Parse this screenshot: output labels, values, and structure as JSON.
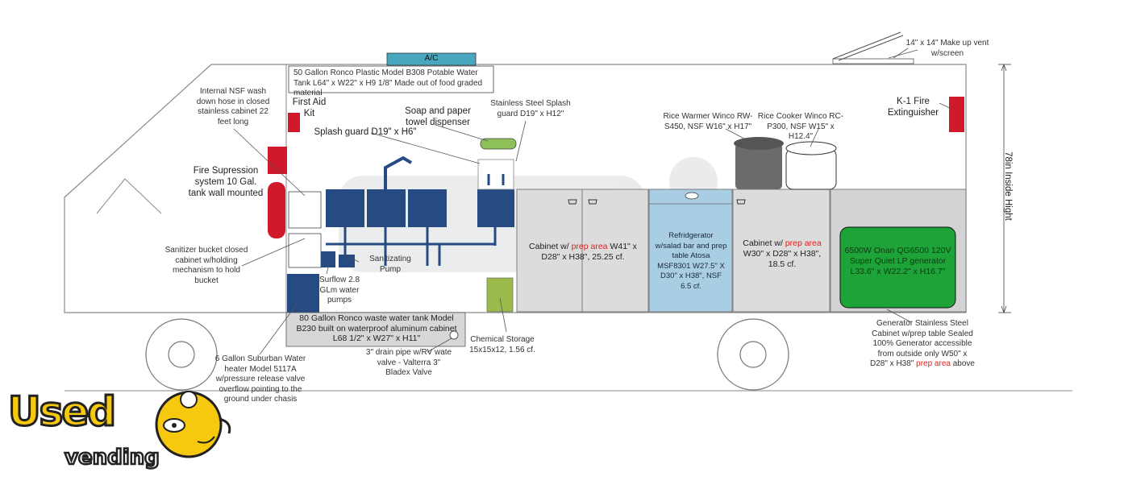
{
  "labels": {
    "ac": "A/C",
    "potable_tank": "50 Gallon Ronco Plastic Model B308 Potable Water Tank L64\" x W22\" x H9 1/8\" Made out of food graded material",
    "makeup_vent": "14\" x 14\" Make up vent w/screen",
    "wash_hose": "Internal NSF wash down hose in closed stainless cabinet 22 feet long",
    "first_aid": "First Aid Kit",
    "soap_dispenser": "Soap and paper towel dispenser",
    "splash_guard_steel": "Stainless Steel Splash guard D19\" x H12\"",
    "splash_guard": "Splash guard D19\" x H6\"",
    "rice_warmer": "Rice Warmer Winco RW-S450, NSF W16\" x H17\"",
    "rice_cooker": "Rice Cooker Winco RC-P300, NSF W15\" x H12.4\"",
    "fire_ext": "K-1 Fire Extinguisher",
    "fire_supp": "Fire Supression system 10 Gal. tank wall mounted",
    "inside_height": "78in Inside Hight",
    "sanitizer": "Sanitizer bucket closed cabinet w/holding mechanism to hold bucket",
    "sanitizing_pump": "Sanitizating Pump",
    "surflow": "Surflow 2.8 GLm water pumps",
    "waste_tank": "80 Gallon Ronco waste water tank Model B230  built on waterproof aluminum cabinet L68 1/2\" x W27\" x H11\"",
    "drain_pipe": "3\" drain pipe w/RV wate valve - Valterra 3\" Bladex Valve",
    "chem_storage": "Chemical Storage 15x15x12, 1.56 cf.",
    "water_heater": "6 Gallon Suburban Water heater Model 5117A w/pressure release valve overflow pointing to the ground under chasis",
    "cabinet1_pre": "Cabinet w/ ",
    "cabinet1_red": "prep area",
    "cabinet1_post": "  W41\" x D28\" x H38\", 25.25 cf.",
    "refrigerator": "Refridgerator w/salad bar and prep table Atosa MSF8301 W27.5\" X D30\" x H38\", NSF 6.5 cf.",
    "cabinet2_pre": "Cabinet w/ ",
    "cabinet2_red": "prep area",
    "cabinet2_post": " W30\" x D28\" x H38\", 18.5 cf.",
    "generator": "6500W Onan QG6500 120V Super Quiet LP generator L33.6\" x W22.2\" x H16.7\"",
    "gen_cabinet": "Generator Stainless Steel Cabinet w/prep table Sealed 100% Generator accessible from outside only W50\" x D28\" x H38\"",
    "gen_red": "prep area",
    "gen_post": "  above"
  },
  "logo": {
    "used": "Used",
    "vending": "vending"
  },
  "colors": {
    "sink_blue": "#254b82",
    "cabinet_gray": "#dcdcdc",
    "fridge_blue": "#a9cde3",
    "generator_green": "#1ea339",
    "red_equipment": "#d0192b",
    "ac_teal": "#48a6bf",
    "logo_yellow": "#f6c90e",
    "prep_red": "#e0201c"
  }
}
